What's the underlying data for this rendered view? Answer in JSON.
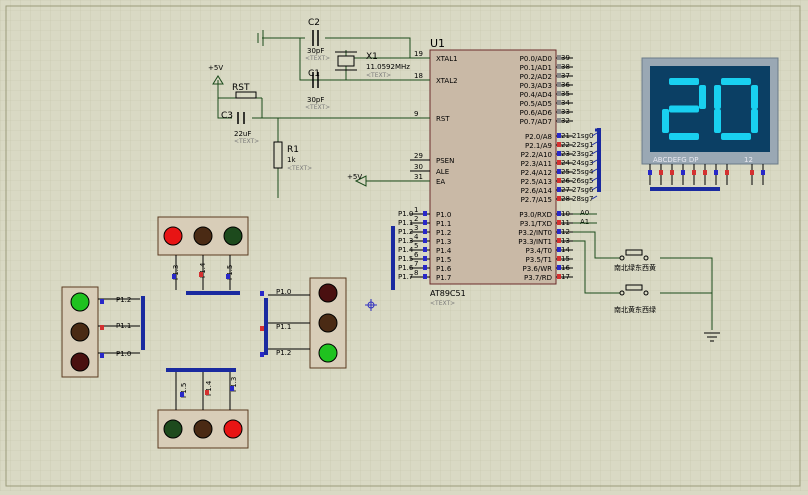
{
  "mcu": {
    "ref": "U1",
    "part": "AT89C51",
    "text_placeholder": "<TEXT>",
    "left_pins": [
      {
        "num": "19",
        "name": "XTAL1"
      },
      {
        "num": "18",
        "name": "XTAL2"
      },
      {
        "num": "9",
        "name": "RST"
      },
      {
        "num": "29",
        "name": "PSEN"
      },
      {
        "num": "30",
        "name": "ALE"
      },
      {
        "num": "31",
        "name": "EA"
      },
      {
        "num": "1",
        "name": "P1.0"
      },
      {
        "num": "2",
        "name": "P1.1"
      },
      {
        "num": "3",
        "name": "P1.2"
      },
      {
        "num": "4",
        "name": "P1.3"
      },
      {
        "num": "5",
        "name": "P1.4"
      },
      {
        "num": "6",
        "name": "P1.5"
      },
      {
        "num": "7",
        "name": "P1.6"
      },
      {
        "num": "8",
        "name": "P1.7"
      }
    ],
    "right_pins": [
      {
        "num": "39",
        "name": "P0.0/AD0"
      },
      {
        "num": "38",
        "name": "P0.1/AD1"
      },
      {
        "num": "37",
        "name": "P0.2/AD2"
      },
      {
        "num": "36",
        "name": "P0.3/AD3"
      },
      {
        "num": "35",
        "name": "P0.4/AD4"
      },
      {
        "num": "34",
        "name": "P0.5/AD5"
      },
      {
        "num": "33",
        "name": "P0.6/AD6"
      },
      {
        "num": "32",
        "name": "P0.7/AD7"
      },
      {
        "num": "21",
        "name": "P2.0/A8"
      },
      {
        "num": "22",
        "name": "P2.1/A9"
      },
      {
        "num": "23",
        "name": "P2.2/A10"
      },
      {
        "num": "24",
        "name": "P2.3/A11"
      },
      {
        "num": "25",
        "name": "P2.4/A12"
      },
      {
        "num": "26",
        "name": "P2.5/A13"
      },
      {
        "num": "27",
        "name": "P2.6/A14"
      },
      {
        "num": "28",
        "name": "P2.7/A15"
      },
      {
        "num": "10",
        "name": "P3.0/RXD"
      },
      {
        "num": "11",
        "name": "P3.1/TXD"
      },
      {
        "num": "12",
        "name": "P3.2/INT0"
      },
      {
        "num": "13",
        "name": "P3.3/INT1"
      },
      {
        "num": "14",
        "name": "P3.4/T0"
      },
      {
        "num": "15",
        "name": "P3.5/T1"
      },
      {
        "num": "16",
        "name": "P3.6/WR"
      },
      {
        "num": "17",
        "name": "P3.7/RD"
      }
    ],
    "left_net_labels": [
      "P1.0",
      "P1.1",
      "P1.2",
      "P1.3",
      "P1.4",
      "P1.5",
      "P1.6",
      "P1.7"
    ],
    "p2_net_labels": [
      "21sg0",
      "22sg1",
      "23sg2",
      "24sg3",
      "25sg4",
      "26sg5",
      "27sg6",
      "28sg7"
    ],
    "p3_net_labels": [
      "A0",
      "A1"
    ]
  },
  "crystal": {
    "ref": "X1",
    "value": "11.0592MHz"
  },
  "cap_c2": {
    "ref": "C2",
    "value": "30pF"
  },
  "cap_c1": {
    "ref": "C1",
    "value": "30pF"
  },
  "cap_c3": {
    "ref": "C3",
    "value": "22uF"
  },
  "resistor_r1": {
    "ref": "R1",
    "value": "1k"
  },
  "reset_button": {
    "ref": "RST"
  },
  "power": {
    "vcc_label": "+5V",
    "ea_label": "+5V"
  },
  "display": {
    "value": "20",
    "segment_label": "ABCDEFG  DP",
    "digit_label": "12",
    "bg_color": "#0b3f64",
    "seg_color": "#19d0f0"
  },
  "switches": [
    {
      "label": "南北绿东西黄"
    },
    {
      "label": "南北黄东西绿"
    }
  ],
  "traffic_lights": [
    {
      "id": "top",
      "colors": [
        "#e81414",
        "#4a2a14",
        "#1d4a1d"
      ],
      "pins": [
        "P1.3",
        "P1.4",
        "P1.5"
      ]
    },
    {
      "id": "left",
      "colors": [
        "#1fc21f",
        "#4a2a14",
        "#4a1010"
      ],
      "pins": [
        "P1.2",
        "P1.1",
        "P1.0"
      ]
    },
    {
      "id": "middle",
      "colors": [
        "#4a1010",
        "#4a2a14",
        "#1fc21f"
      ],
      "pins": [
        "P1.0",
        "P1.1",
        "P1.2"
      ]
    },
    {
      "id": "bottom",
      "colors": [
        "#1d4a1d",
        "#4a2a14",
        "#e81414"
      ],
      "pins": [
        "P1.5",
        "P1.4",
        "P1.3"
      ]
    }
  ],
  "colors": {
    "bus": "#1a2aa0",
    "wire": "#1a4a1a",
    "chip_fill": "#c9b9a6",
    "pin_red": "#d43030",
    "pin_blue": "#2828c8"
  }
}
